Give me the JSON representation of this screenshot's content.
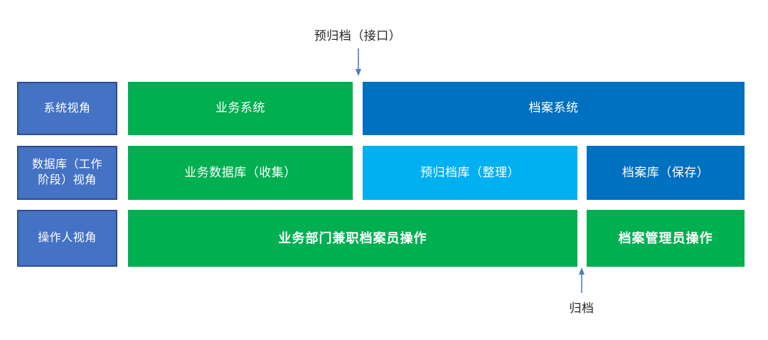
{
  "diagram": {
    "title_text_top": "预归档（接口）",
    "title_text_bottom": "归档",
    "colors": {
      "view_label_fill": "#4472C4",
      "view_label_border": "#2E4D8F",
      "green": "#00B050",
      "blue_dark": "#0070C0",
      "blue_light": "#00B0F0",
      "arrow_top": "#4A7EBB",
      "arrow_bottom": "#4A7EBB",
      "text_dark": "#262626",
      "text_light": "#FFFFFF",
      "background": "#FFFFFF"
    },
    "row_labels": [
      {
        "label": "系统视角"
      },
      {
        "label": "数据库（工作\n阶段）视角"
      },
      {
        "label": "操作人视角"
      }
    ],
    "rows": [
      {
        "name": "system-view",
        "cells": [
          {
            "label": "业务系统",
            "color": "green",
            "bold": false
          },
          {
            "label": "档案系统",
            "color": "blue_dark",
            "bold": false
          }
        ]
      },
      {
        "name": "database-stage-view",
        "cells": [
          {
            "label": "业务数据库（收集）",
            "color": "green",
            "bold": false
          },
          {
            "label": "预归档库（整理）",
            "color": "blue_light",
            "bold": false
          },
          {
            "label": "档案库（保存）",
            "color": "blue_dark",
            "bold": false
          }
        ]
      },
      {
        "name": "operator-view",
        "cells": [
          {
            "label": "业务部门兼职档案员操作",
            "color": "green",
            "bold": true
          },
          {
            "label": "档案管理员操作",
            "color": "green",
            "bold": true
          }
        ]
      }
    ],
    "annotations": [
      {
        "name": "pre-archive-interface",
        "text": "预归档（接口）",
        "direction": "down"
      },
      {
        "name": "archive",
        "text": "归档",
        "direction": "up"
      }
    ]
  }
}
